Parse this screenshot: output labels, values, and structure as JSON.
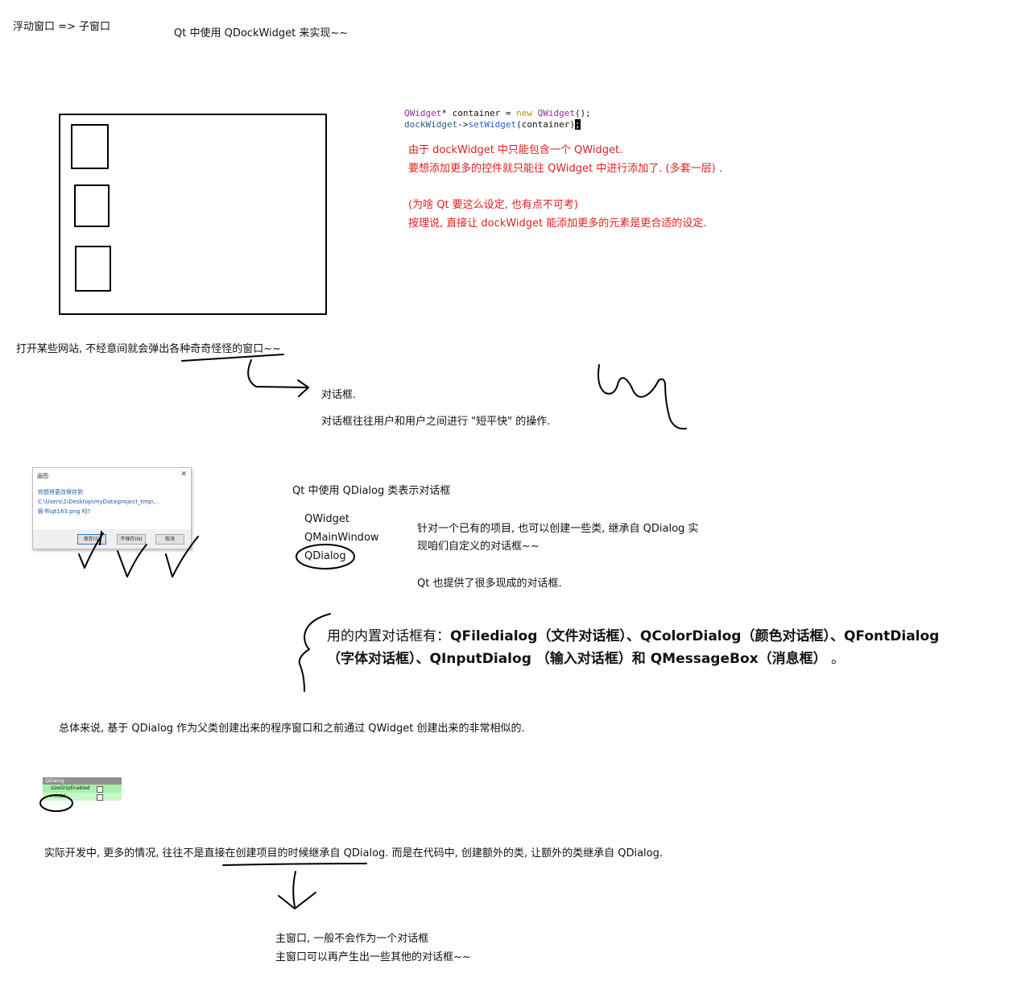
{
  "header": {
    "float_window": "浮动窗口  =>  子窗口",
    "qt_dock": "Qt 中使用 QDockWidget 来实现~~"
  },
  "code": {
    "line1_type": "QWidget",
    "line1_rest": "* container = ",
    "line1_kw": "new",
    "line1_type2": "QWidget",
    "line1_end": "();",
    "line2_id": "dockWidget",
    "line2_arrow": "->",
    "line2_fn": "setWidget",
    "line2_args": "(container)",
    "line2_end": ";"
  },
  "notes_red": [
    "由于 dockWidget 中只能包含一个 QWidget.",
    "要想添加更多的控件就只能往 QWidget 中进行添加了. (多套一层) .",
    "(为啥 Qt 要这么设定, 也有点不可考)",
    "按理说, 直接让 dockWidget 能添加更多的元素是更合适的设定."
  ],
  "popup_text": "打开某些网站, 不经意间就会弹出各种奇奇怪怪的窗口~~",
  "dialog_label": "对话框.",
  "dialog_desc": "对话框往往用户和用户之间进行 \"短平快\" 的操作.",
  "dialog_shot": {
    "title": "画图",
    "close": "✕",
    "msg_lines": [
      "你想将更改保存到",
      "C:\\Users\\1\\Desktop\\myData\\project_tmp\\...",
      "板书\\qt163.png 吗?"
    ],
    "buttons": [
      "保存(S)",
      "不保存(N)",
      "取消"
    ]
  },
  "qdialog_heading": "Qt 中使用 QDialog 类表示对话框",
  "class_list": [
    "QWidget",
    "QMainWindow",
    "QDialog"
  ],
  "inherit_note": [
    "针对一个已有的项目, 也可以创建一些类, 继承自 QDialog 实",
    "现咱们自定义的对话框~~",
    "Qt 也提供了很多现成的对话框."
  ],
  "builtin": {
    "prefix": "用的内置对话框有：",
    "line1_bold": "QFiledialog（文件对话框）、QColorDialog（颜色对话框）、QFontDialog",
    "line2_bold": "（字体对话框）、QInputDialog （输入对话框）和 QMessageBox（消息框）",
    "line2_end": " 。"
  },
  "summary": "总体来说, 基于 QDialog 作为父类创建出来的程序窗口和之前通过 QWidget 创建出来的非常相似的.",
  "prop_panel": {
    "header": "QDialog",
    "rows": [
      "sizeGripEnabled",
      "modal"
    ]
  },
  "practice": "实际开发中, 更多的情况, 往往不是直接在创建项目的时候继承自 QDialog. 而是在代码中, 创建额外的类, 让额外的类继承自 QDialog.",
  "main_window": [
    "主窗口, 一般不会作为一个对话框",
    "主窗口可以再产生出一些其他的对话框~~"
  ]
}
